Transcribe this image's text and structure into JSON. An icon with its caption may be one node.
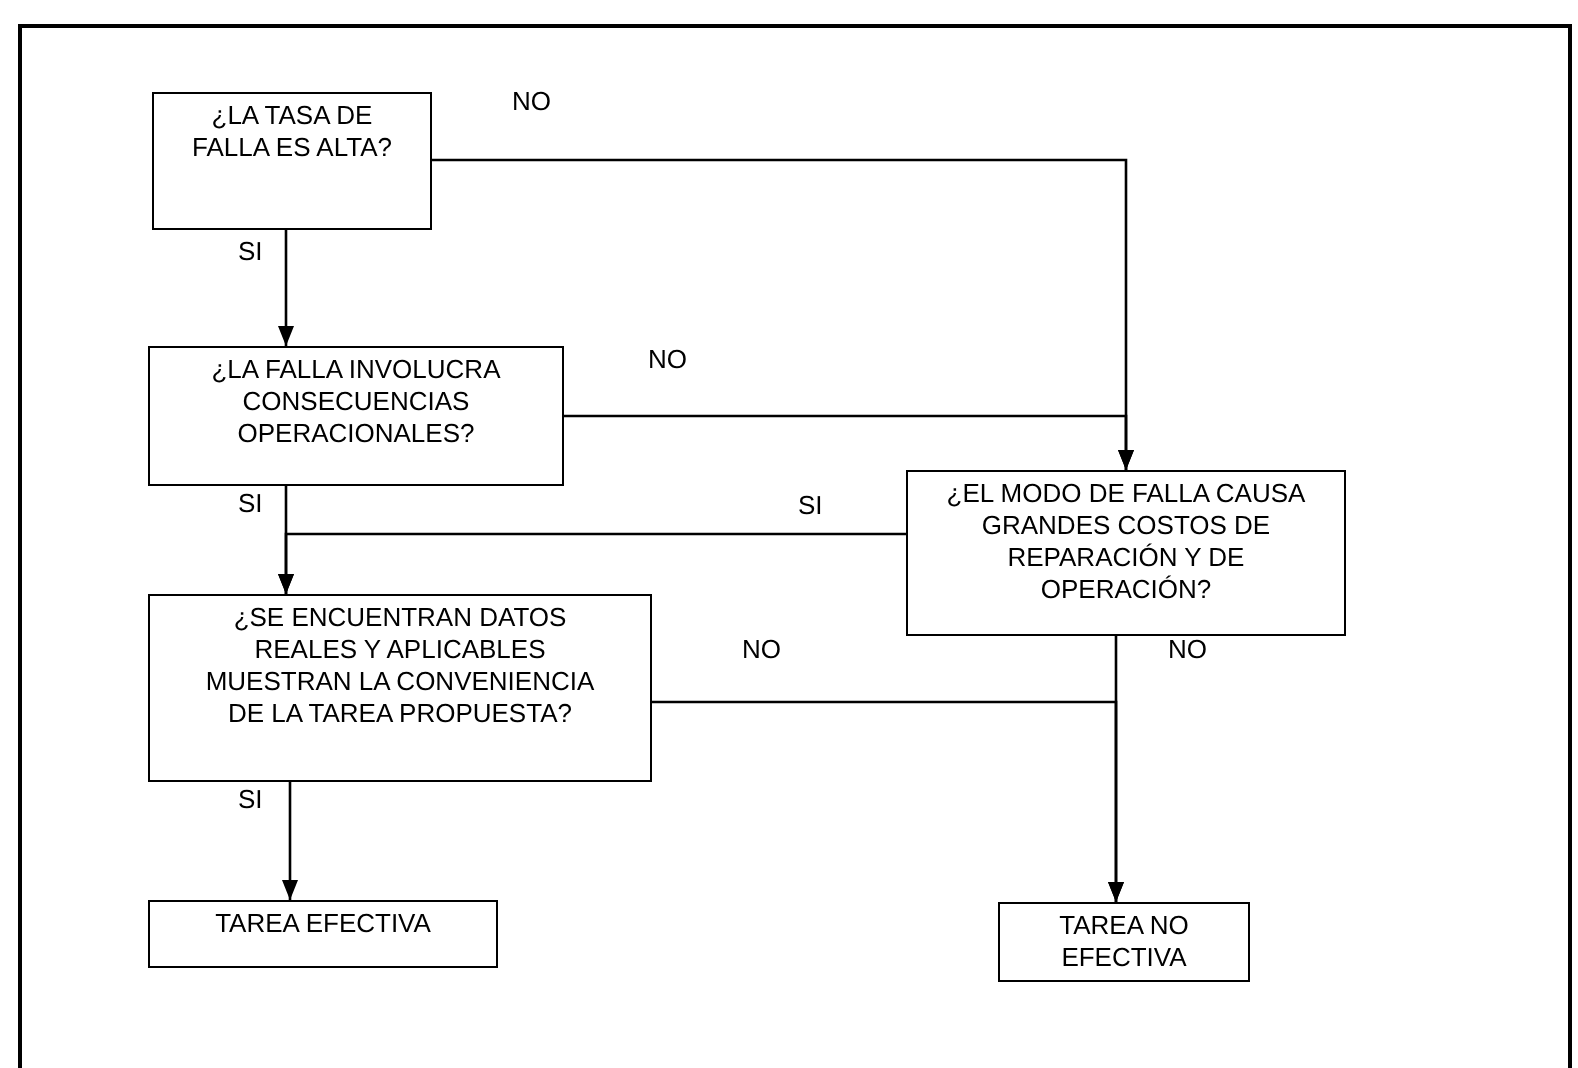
{
  "diagram": {
    "nodes": [
      {
        "text": [
          "¿LA TASA DE FALLA ES ALTA?"
        ]
      },
      {
        "text": [
          "¿LA FALLA INVOLUCRA CONSECUENCIAS OPERACIONALES?"
        ]
      },
      {
        "text": [
          "¿SE ENCUENTRAN DATOS REALES Y APLICABLES MUESTRAN LA CONVENIENCIA DE LA TAREA PROPUESTA?"
        ]
      },
      {
        "text": [
          "TAREA EFECTIVA"
        ]
      },
      {
        "text": [
          "¿EL MODO DE FALLA CAUSA GRANDES COSTOS DE REPARACIÓN Y DE OPERACIÓN?"
        ]
      },
      {
        "text": [
          "TAREA NO EFECTIVA"
        ]
      }
    ],
    "edges": [
      {
        "from": 0,
        "to": 1,
        "arrow": "to",
        "label": "SI"
      },
      {
        "from": 0,
        "to": 4,
        "arrow": "to",
        "label": "NO"
      },
      {
        "from": 1,
        "to": 4,
        "arrow": "to",
        "label": "NO"
      },
      {
        "from": 1,
        "to": 2,
        "arrow": "to",
        "label": "SI"
      },
      {
        "from": 4,
        "to": 2,
        "arrow": "to",
        "label": "SI"
      },
      {
        "from": 2,
        "to": 5,
        "arrow": "to",
        "label": "NO"
      },
      {
        "from": 4,
        "to": 5,
        "arrow": "to",
        "label": "NO"
      },
      {
        "from": 2,
        "to": 3,
        "arrow": "to",
        "label": "SI"
      }
    ]
  }
}
